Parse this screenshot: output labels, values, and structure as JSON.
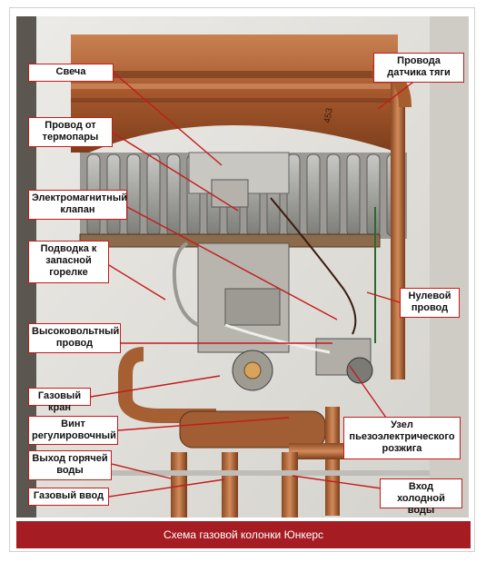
{
  "labels": {
    "spark": "Свеча",
    "thermocouple_wire": "Провод от термопары",
    "solenoid_valve": "Электромагнитный клапан",
    "pilot_feed": "Подводка к запасной горелке",
    "hv_wire": "Высоковольтный провод",
    "gas_tap": "Газовый кран",
    "adjust_screw": "Винт регулировочный",
    "hot_out": "Выход горячей воды",
    "gas_in": "Газовый ввод",
    "draft_sensor_wires": "Провода датчика тяги",
    "neutral_wire": "Нулевой провод",
    "piezo_unit": "Узел пьезоэлектрического розжига",
    "cold_in": "Вход холодной воды"
  },
  "photo_text": "453",
  "caption": "Схема газовой колонки Юнкерс",
  "colors": {
    "accent": "#c51b1b",
    "caption_bg": "#a51c22",
    "copper": "#b8693a",
    "wall": "#e6e4df"
  }
}
